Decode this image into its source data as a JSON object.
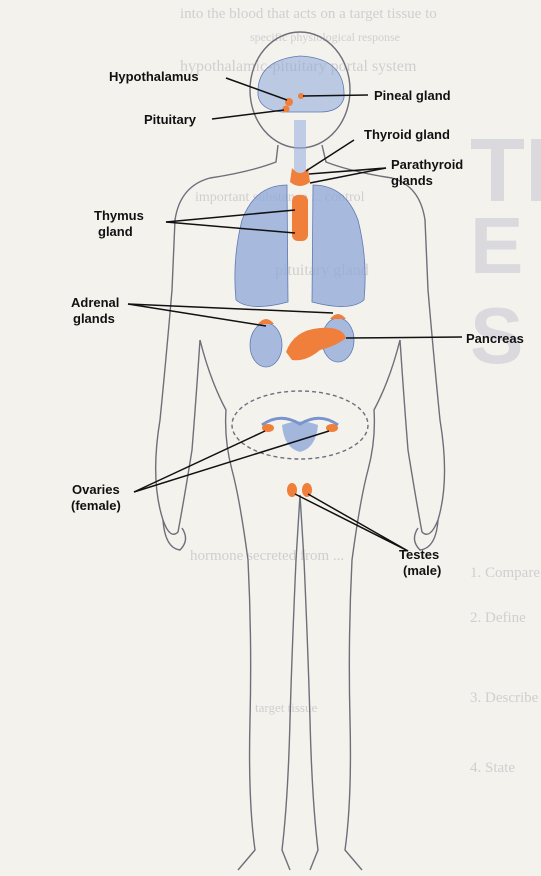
{
  "labels": {
    "hypothalamus": "Hypothalamus",
    "pineal": "Pineal gland",
    "pituitary": "Pituitary",
    "thyroid": "Thyroid gland",
    "parathyroid_1": "Parathyroid",
    "parathyroid_2": "glands",
    "thymus_1": "Thymus",
    "thymus_2": "gland",
    "adrenal_1": "Adrenal",
    "adrenal_2": "glands",
    "pancreas": "Pancreas",
    "ovaries_1": "Ovaries",
    "ovaries_2": "(female)",
    "testes_1": "Testes",
    "testes_2": "(male)"
  },
  "colors": {
    "organ_blue": "#8ea7d8",
    "gland_orange": "#ef7f3a",
    "line": "#111111",
    "body_outline": "#6d6f7a"
  }
}
